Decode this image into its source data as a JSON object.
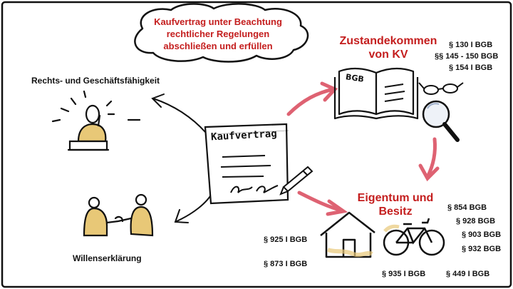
{
  "cloud": {
    "lines": [
      "Kaufvertrag unter Beachtung",
      "rechtlicher Regelungen",
      "abschließen und erfüllen"
    ]
  },
  "zustandekommen": {
    "lines": [
      "Zustandekommen",
      "von KV"
    ],
    "refs": [
      "§ 130 I BGB",
      "§§ 145  - 150 BGB",
      "§ 154 I BGB"
    ],
    "book_label": "BGB"
  },
  "eigentum": {
    "lines": [
      "Eigentum und",
      "Besitz"
    ],
    "refs_right": [
      "§ 854 BGB",
      "§ 928 BGB",
      "§ 903 BGB",
      "§ 932 BGB"
    ],
    "refs_left": [
      "§ 925 I BGB",
      "§ 873 I BGB"
    ],
    "refs_bottom": [
      "§ 935 I BGB",
      "§ 449 I BGB"
    ]
  },
  "left": {
    "rechts_label": "Rechts- und Geschäftsfähigkeit",
    "willens_label": "Willenserklärung"
  },
  "document": {
    "title": "Kaufvertrag"
  },
  "colors": {
    "accent_red": "#c41e1e",
    "arrow_red": "#d9475a",
    "highlight_yellow": "#e8c877",
    "ink": "#111111"
  },
  "icons": [
    "cloud-icon",
    "book-icon",
    "glasses-icon",
    "magnifier-icon",
    "contract-document-icon",
    "pen-icon",
    "thinking-person-icon",
    "handshake-people-icon",
    "house-icon",
    "bicycle-icon"
  ]
}
